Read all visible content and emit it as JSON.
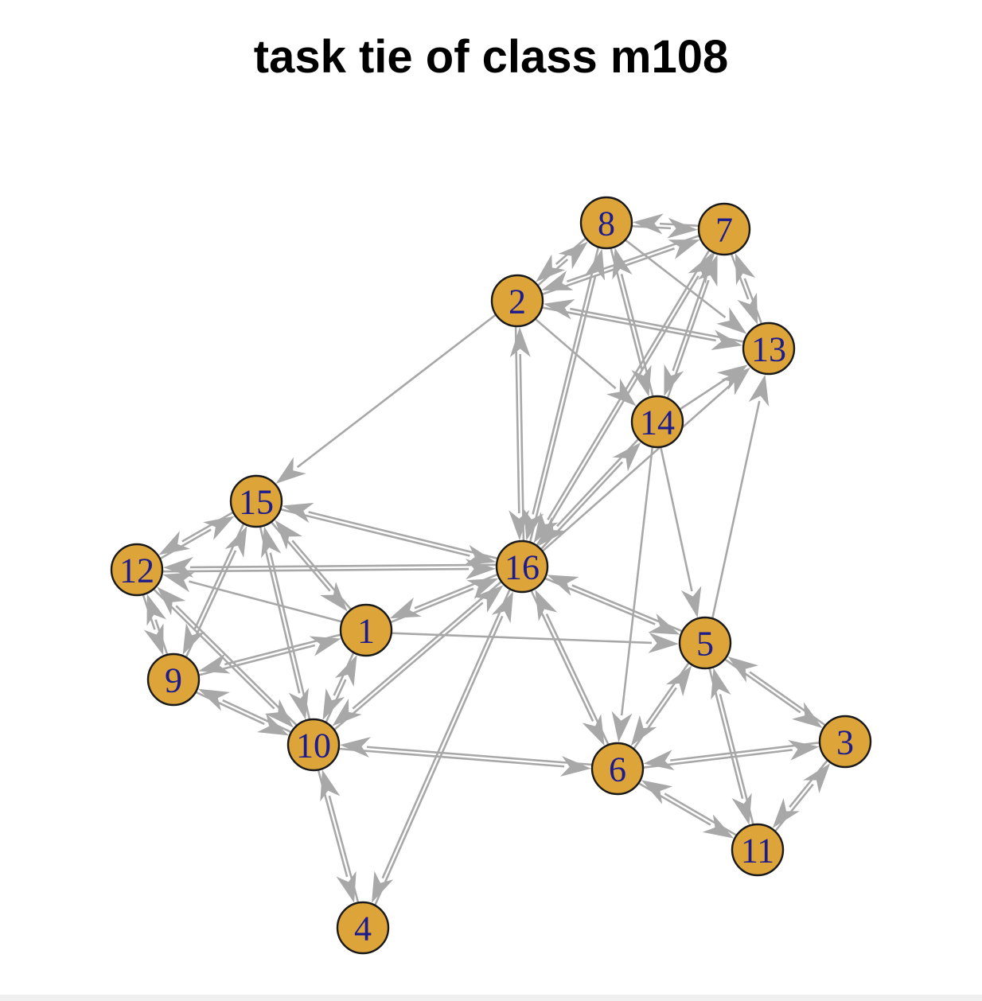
{
  "title": "task tie of class m108",
  "colors": {
    "node_fill": "#DDA43A",
    "node_stroke": "#1a1a1a",
    "label": "#1C1C8C",
    "edge": "#A8A8A8"
  },
  "nodes": [
    {
      "id": "1",
      "label": "1"
    },
    {
      "id": "2",
      "label": "2"
    },
    {
      "id": "3",
      "label": "3"
    },
    {
      "id": "4",
      "label": "4"
    },
    {
      "id": "5",
      "label": "5"
    },
    {
      "id": "6",
      "label": "6"
    },
    {
      "id": "7",
      "label": "7"
    },
    {
      "id": "8",
      "label": "8"
    },
    {
      "id": "9",
      "label": "9"
    },
    {
      "id": "10",
      "label": "10"
    },
    {
      "id": "11",
      "label": "11"
    },
    {
      "id": "12",
      "label": "12"
    },
    {
      "id": "13",
      "label": "13"
    },
    {
      "id": "14",
      "label": "14"
    },
    {
      "id": "15",
      "label": "15"
    },
    {
      "id": "16",
      "label": "16"
    }
  ],
  "edges": [
    [
      "2",
      "15"
    ],
    [
      "16",
      "2"
    ],
    [
      "16",
      "8"
    ],
    [
      "16",
      "7"
    ],
    [
      "16",
      "14"
    ],
    [
      "16",
      "13"
    ],
    [
      "16",
      "15"
    ],
    [
      "16",
      "12"
    ],
    [
      "16",
      "1"
    ],
    [
      "16",
      "6"
    ],
    [
      "16",
      "5"
    ],
    [
      "16",
      "4"
    ],
    [
      "16",
      "10"
    ],
    [
      "1",
      "16"
    ],
    [
      "2",
      "16"
    ],
    [
      "8",
      "16"
    ],
    [
      "7",
      "16"
    ],
    [
      "14",
      "16"
    ],
    [
      "15",
      "16"
    ],
    [
      "12",
      "16"
    ],
    [
      "5",
      "16"
    ],
    [
      "6",
      "16"
    ],
    [
      "10",
      "16"
    ],
    [
      "4",
      "16"
    ],
    [
      "2",
      "8"
    ],
    [
      "2",
      "7"
    ],
    [
      "2",
      "13"
    ],
    [
      "2",
      "14"
    ],
    [
      "8",
      "2"
    ],
    [
      "7",
      "2"
    ],
    [
      "13",
      "2"
    ],
    [
      "8",
      "7"
    ],
    [
      "7",
      "8"
    ],
    [
      "8",
      "13"
    ],
    [
      "8",
      "14"
    ],
    [
      "14",
      "8"
    ],
    [
      "7",
      "13"
    ],
    [
      "13",
      "7"
    ],
    [
      "14",
      "7"
    ],
    [
      "7",
      "14"
    ],
    [
      "14",
      "13"
    ],
    [
      "14",
      "5"
    ],
    [
      "14",
      "6"
    ],
    [
      "5",
      "13"
    ],
    [
      "5",
      "6"
    ],
    [
      "6",
      "5"
    ],
    [
      "5",
      "3"
    ],
    [
      "3",
      "5"
    ],
    [
      "5",
      "11"
    ],
    [
      "11",
      "5"
    ],
    [
      "6",
      "3"
    ],
    [
      "3",
      "6"
    ],
    [
      "6",
      "11"
    ],
    [
      "11",
      "6"
    ],
    [
      "3",
      "11"
    ],
    [
      "11",
      "3"
    ],
    [
      "10",
      "6"
    ],
    [
      "6",
      "10"
    ],
    [
      "10",
      "4"
    ],
    [
      "4",
      "10"
    ],
    [
      "1",
      "15"
    ],
    [
      "15",
      "1"
    ],
    [
      "1",
      "12"
    ],
    [
      "1",
      "9"
    ],
    [
      "9",
      "1"
    ],
    [
      "1",
      "10"
    ],
    [
      "10",
      "1"
    ],
    [
      "1",
      "5"
    ],
    [
      "15",
      "12"
    ],
    [
      "12",
      "15"
    ],
    [
      "15",
      "9"
    ],
    [
      "9",
      "15"
    ],
    [
      "15",
      "10"
    ],
    [
      "10",
      "15"
    ],
    [
      "12",
      "9"
    ],
    [
      "9",
      "12"
    ],
    [
      "12",
      "10"
    ],
    [
      "10",
      "12"
    ],
    [
      "9",
      "10"
    ],
    [
      "10",
      "9"
    ]
  ]
}
